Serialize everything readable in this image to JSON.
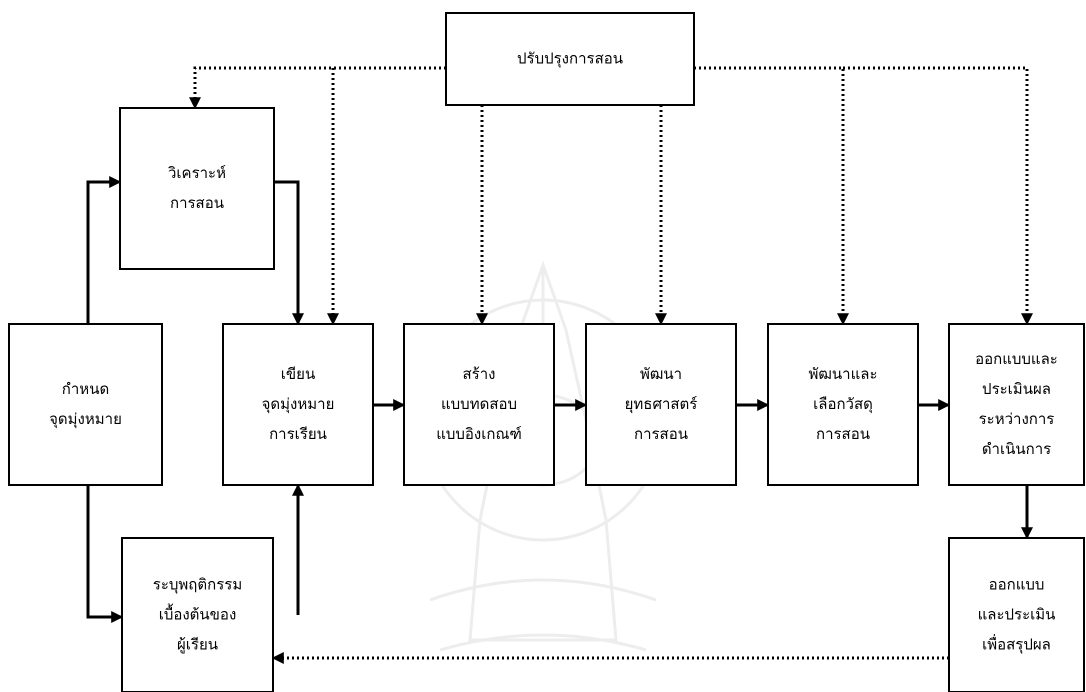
{
  "diagram": {
    "boxes": [
      {
        "id": "improve",
        "lines": [
          "ปรับปรุงการสอน"
        ]
      },
      {
        "id": "analyze",
        "lines": [
          "วิเคราะห์",
          "การสอน"
        ]
      },
      {
        "id": "goal",
        "lines": [
          "กำหนด",
          "จุดมุ่งหมาย"
        ]
      },
      {
        "id": "entry",
        "lines": [
          "ระบุพฤติกรรม",
          "เบื้องต้นของ",
          "ผู้เรียน"
        ]
      },
      {
        "id": "objectives",
        "lines": [
          "เขียน",
          "จุดมุ่งหมาย",
          "การเรียน"
        ]
      },
      {
        "id": "test",
        "lines": [
          "สร้าง",
          "แบบทดสอบ",
          "แบบอิงเกณฑ์"
        ]
      },
      {
        "id": "strategy",
        "lines": [
          "พัฒนา",
          "ยุทธศาสตร์",
          "การสอน"
        ]
      },
      {
        "id": "materials",
        "lines": [
          "พัฒนาและ",
          "เลือกวัสดุ",
          "การสอน"
        ]
      },
      {
        "id": "formative",
        "lines": [
          "ออกแบบและ",
          "ประเมินผล",
          "ระหว่างการ",
          "ดำเนินการ"
        ]
      },
      {
        "id": "summative",
        "lines": [
          "ออกแบบ",
          "และประเมิน",
          "เพื่อสรุปผล"
        ]
      }
    ],
    "connectors": [
      {
        "from": "goal",
        "to": "analyze",
        "style": "solid"
      },
      {
        "from": "goal",
        "to": "entry",
        "style": "solid"
      },
      {
        "from": "analyze",
        "to": "objectives",
        "style": "solid"
      },
      {
        "from": "entry",
        "to": "objectives",
        "style": "solid"
      },
      {
        "from": "objectives",
        "to": "test",
        "style": "solid"
      },
      {
        "from": "test",
        "to": "strategy",
        "style": "solid"
      },
      {
        "from": "strategy",
        "to": "materials",
        "style": "solid"
      },
      {
        "from": "materials",
        "to": "formative",
        "style": "solid"
      },
      {
        "from": "formative",
        "to": "summative",
        "style": "solid"
      },
      {
        "from": "summative",
        "to": "entry",
        "style": "dotted"
      },
      {
        "from": "improve",
        "to": "analyze",
        "style": "dotted"
      },
      {
        "from": "improve",
        "to": "objectives",
        "style": "dotted"
      },
      {
        "from": "improve",
        "to": "test",
        "style": "dotted"
      },
      {
        "from": "improve",
        "to": "strategy",
        "style": "dotted"
      },
      {
        "from": "improve",
        "to": "materials",
        "style": "dotted"
      },
      {
        "from": "improve",
        "to": "formative",
        "style": "dotted"
      }
    ]
  }
}
